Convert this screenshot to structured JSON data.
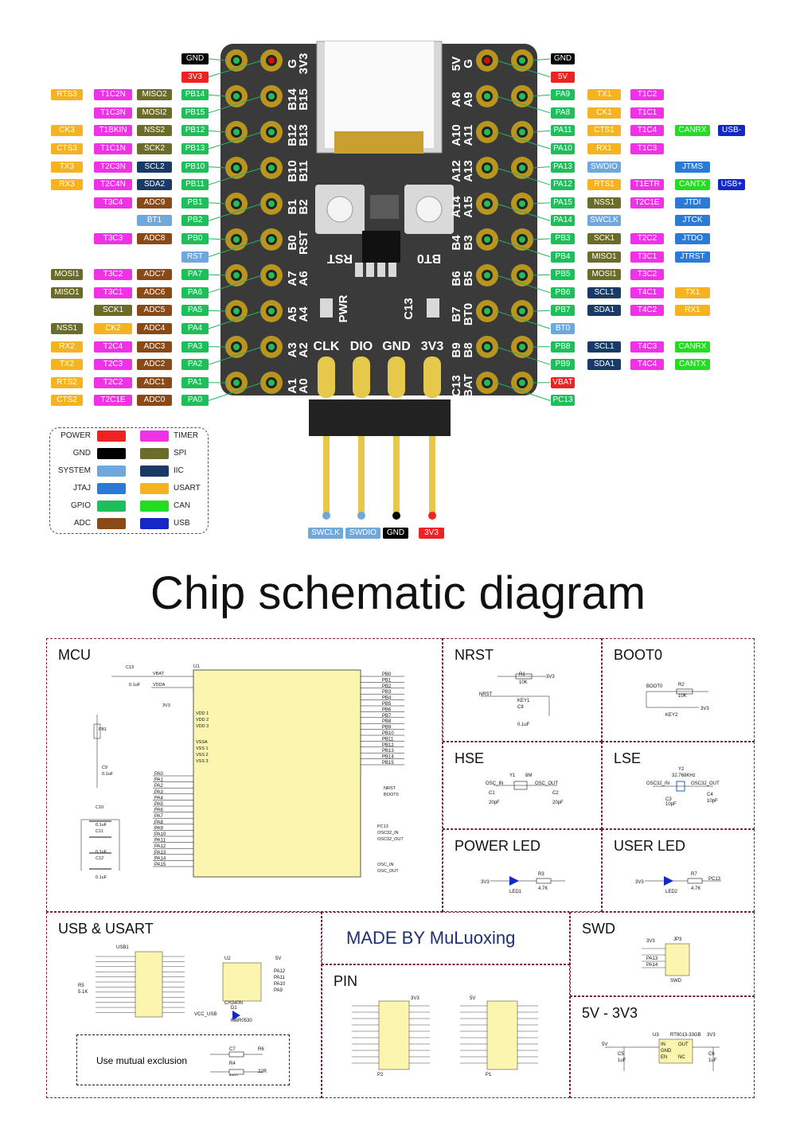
{
  "colors": {
    "power": "#ee2222",
    "gnd": "#000000",
    "system": "#6fa8dc",
    "jtag": "#2b7bd6",
    "gpio": "#1ebe5a",
    "adc": "#8a4a18",
    "timer": "#f032e6",
    "spi": "#6b6b2a",
    "iic": "#1a3a66",
    "usart": "#f5b322",
    "can": "#22dd22",
    "usb": "#1428c8",
    "board": "#3a3a3a",
    "pad": "#b8951e",
    "header": "#e6c84a",
    "panel_border": "#7a1f32"
  },
  "pinout": {
    "silk": {
      "left": [
        "G",
        "3V3",
        "B14",
        "B15",
        "B12",
        "B13",
        "B10",
        "B11",
        "B1",
        "B2",
        "B0",
        "RST",
        "A7",
        "A6",
        "A5",
        "A4",
        "A3",
        "A2",
        "A1",
        "A0"
      ],
      "right": [
        "5V",
        "G",
        "A8",
        "A9",
        "A10",
        "A11",
        "A12",
        "A13",
        "A14",
        "A15",
        "B4",
        "B3",
        "B6",
        "B5",
        "B7",
        "BT0",
        "B9",
        "B8",
        "C13",
        "BAT"
      ],
      "bottom_header": [
        "CLK",
        "DIO",
        "GND",
        "3V3"
      ],
      "buttons": [
        "RST",
        "BT0"
      ],
      "pwr": "PWR",
      "c13": "C13"
    },
    "left_rows": [
      {
        "tags": [
          [
            "GND",
            "gnd"
          ]
        ]
      },
      {
        "tags": [
          [
            "3V3",
            "power"
          ]
        ]
      },
      {
        "tags": [
          [
            "RTS3",
            "usart"
          ],
          [
            "T1C2N",
            "timer"
          ],
          [
            "MISO2",
            "spi"
          ],
          [
            "PB14",
            "gpio"
          ]
        ]
      },
      {
        "tags": [
          [
            "T1C3N",
            "timer"
          ],
          [
            "MOSI2",
            "spi"
          ],
          [
            "PB15",
            "gpio"
          ]
        ]
      },
      {
        "tags": [
          [
            "CK3",
            "usart"
          ],
          [
            "T1BKIN",
            "timer"
          ],
          [
            "NSS2",
            "spi"
          ],
          [
            "PB12",
            "gpio"
          ]
        ]
      },
      {
        "tags": [
          [
            "CTS3",
            "usart"
          ],
          [
            "T1C1N",
            "timer"
          ],
          [
            "SCK2",
            "spi"
          ],
          [
            "PB13",
            "gpio"
          ]
        ]
      },
      {
        "tags": [
          [
            "TX3",
            "usart"
          ],
          [
            "T2C3N",
            "timer"
          ],
          [
            "SCL2",
            "iic"
          ],
          [
            "PB10",
            "gpio"
          ]
        ]
      },
      {
        "tags": [
          [
            "RX3",
            "usart"
          ],
          [
            "T2C4N",
            "timer"
          ],
          [
            "SDA2",
            "iic"
          ],
          [
            "PB11",
            "gpio"
          ]
        ]
      },
      {
        "tags": [
          [
            "T3C4",
            "timer"
          ],
          [
            "ADC9",
            "adc"
          ],
          [
            "PB1",
            "gpio"
          ]
        ]
      },
      {
        "tags": [
          [
            "BT1",
            "system"
          ],
          [
            "PB2",
            "gpio"
          ]
        ]
      },
      {
        "tags": [
          [
            "T3C3",
            "timer"
          ],
          [
            "ADC8",
            "adc"
          ],
          [
            "PB0",
            "gpio"
          ]
        ]
      },
      {
        "tags": [
          [
            "RST",
            "system"
          ]
        ]
      },
      {
        "tags": [
          [
            "MOSI1",
            "spi"
          ],
          [
            "T3C2",
            "timer"
          ],
          [
            "ADC7",
            "adc"
          ],
          [
            "PA7",
            "gpio"
          ]
        ]
      },
      {
        "tags": [
          [
            "MISO1",
            "spi"
          ],
          [
            "T3C1",
            "timer"
          ],
          [
            "ADC6",
            "adc"
          ],
          [
            "PA6",
            "gpio"
          ]
        ]
      },
      {
        "tags": [
          [
            "SCK1",
            "spi"
          ],
          [
            "ADC5",
            "adc"
          ],
          [
            "PA5",
            "gpio"
          ]
        ]
      },
      {
        "tags": [
          [
            "NSS1",
            "spi"
          ],
          [
            "CK2",
            "usart"
          ],
          [
            "ADC4",
            "adc"
          ],
          [
            "PA4",
            "gpio"
          ]
        ]
      },
      {
        "tags": [
          [
            "RX2",
            "usart"
          ],
          [
            "T2C4",
            "timer"
          ],
          [
            "ADC3",
            "adc"
          ],
          [
            "PA3",
            "gpio"
          ]
        ]
      },
      {
        "tags": [
          [
            "TX2",
            "usart"
          ],
          [
            "T2C3",
            "timer"
          ],
          [
            "ADC2",
            "adc"
          ],
          [
            "PA2",
            "gpio"
          ]
        ]
      },
      {
        "tags": [
          [
            "RTS2",
            "usart"
          ],
          [
            "T2C2",
            "timer"
          ],
          [
            "ADC1",
            "adc"
          ],
          [
            "PA1",
            "gpio"
          ]
        ]
      },
      {
        "tags": [
          [
            "CTS2",
            "usart"
          ],
          [
            "T2C1E",
            "timer"
          ],
          [
            "ADC0",
            "adc"
          ],
          [
            "PA0",
            "gpio"
          ]
        ]
      }
    ],
    "right_rows": [
      {
        "tags": [
          [
            "GND",
            "gnd"
          ]
        ]
      },
      {
        "tags": [
          [
            "5V",
            "power"
          ]
        ]
      },
      {
        "tags": [
          [
            "PA9",
            "gpio"
          ],
          [
            "TX1",
            "usart"
          ],
          [
            "T1C2",
            "timer"
          ]
        ]
      },
      {
        "tags": [
          [
            "PA8",
            "gpio"
          ],
          [
            "CK1",
            "usart"
          ],
          [
            "T1C1",
            "timer"
          ]
        ]
      },
      {
        "tags": [
          [
            "PA11",
            "gpio"
          ],
          [
            "CTS1",
            "usart"
          ],
          [
            "T1C4",
            "timer"
          ],
          [
            "CANRX",
            "can"
          ],
          [
            "USB-",
            "usb"
          ]
        ]
      },
      {
        "tags": [
          [
            "PA10",
            "gpio"
          ],
          [
            "RX1",
            "usart"
          ],
          [
            "T1C3",
            "timer"
          ]
        ]
      },
      {
        "tags": [
          [
            "PA13",
            "gpio"
          ],
          [
            "SWDIO",
            "system"
          ],
          [
            "",
            "none"
          ],
          [
            "JTMS",
            "jtag"
          ]
        ]
      },
      {
        "tags": [
          [
            "PA12",
            "gpio"
          ],
          [
            "RTS1",
            "usart"
          ],
          [
            "T1ETR",
            "timer"
          ],
          [
            "CANTX",
            "can"
          ],
          [
            "USB+",
            "usb"
          ]
        ]
      },
      {
        "tags": [
          [
            "PA15",
            "gpio"
          ],
          [
            "NSS1",
            "spi"
          ],
          [
            "T2C1E",
            "timer"
          ],
          [
            "JTDI",
            "jtag"
          ]
        ]
      },
      {
        "tags": [
          [
            "PA14",
            "gpio"
          ],
          [
            "SWCLK",
            "system"
          ],
          [
            "",
            "none"
          ],
          [
            "JTCK",
            "jtag"
          ]
        ]
      },
      {
        "tags": [
          [
            "PB3",
            "gpio"
          ],
          [
            "SCK1",
            "spi"
          ],
          [
            "T2C2",
            "timer"
          ],
          [
            "JTDO",
            "jtag"
          ]
        ]
      },
      {
        "tags": [
          [
            "PB4",
            "gpio"
          ],
          [
            "MISO1",
            "spi"
          ],
          [
            "T3C1",
            "timer"
          ],
          [
            "JTRST",
            "jtag"
          ]
        ]
      },
      {
        "tags": [
          [
            "PB5",
            "gpio"
          ],
          [
            "MOSI1",
            "spi"
          ],
          [
            "T3C2",
            "timer"
          ]
        ]
      },
      {
        "tags": [
          [
            "PB6",
            "gpio"
          ],
          [
            "SCL1",
            "iic"
          ],
          [
            "T4C1",
            "timer"
          ],
          [
            "TX1",
            "usart"
          ]
        ]
      },
      {
        "tags": [
          [
            "PB7",
            "gpio"
          ],
          [
            "SDA1",
            "iic"
          ],
          [
            "T4C2",
            "timer"
          ],
          [
            "RX1",
            "usart"
          ]
        ]
      },
      {
        "tags": [
          [
            "BT0",
            "system"
          ]
        ]
      },
      {
        "tags": [
          [
            "PB8",
            "gpio"
          ],
          [
            "SCL1",
            "iic"
          ],
          [
            "T4C3",
            "timer"
          ],
          [
            "CANRX",
            "can"
          ]
        ]
      },
      {
        "tags": [
          [
            "PB9",
            "gpio"
          ],
          [
            "SDA1",
            "iic"
          ],
          [
            "T4C4",
            "timer"
          ],
          [
            "CANTX",
            "can"
          ]
        ]
      },
      {
        "tags": [
          [
            "VBAT",
            "power"
          ]
        ]
      },
      {
        "tags": [
          [
            "PC13",
            "gpio"
          ]
        ]
      }
    ],
    "bottom_tags": [
      [
        "SWCLK",
        "system"
      ],
      [
        "SWDIO",
        "system"
      ],
      [
        "GND",
        "gnd"
      ],
      [
        "3V3",
        "power"
      ]
    ]
  },
  "legend": {
    "left": [
      [
        "POWER",
        "power"
      ],
      [
        "GND",
        "gnd"
      ],
      [
        "SYSTEM",
        "system"
      ],
      [
        "JTAJ",
        "jtag"
      ],
      [
        "GPIO",
        "gpio"
      ],
      [
        "ADC",
        "adc"
      ]
    ],
    "right": [
      [
        "TIMER",
        "timer"
      ],
      [
        "SPI",
        "spi"
      ],
      [
        "IIC",
        "iic"
      ],
      [
        "USART",
        "usart"
      ],
      [
        "CAN",
        "can"
      ],
      [
        "USB",
        "usb"
      ]
    ]
  },
  "heading": "Chip schematic diagram",
  "panels": {
    "mcu": "MCU",
    "nrst": "NRST",
    "boot0": "BOOT0",
    "hse": "HSE",
    "lse": "LSE",
    "power_led": "POWER LED",
    "user_led": "USER LED",
    "usb_usart": "USB & USART",
    "made_by": "MADE BY MuLuoxing",
    "swd": "SWD",
    "pin": "PIN",
    "v5_3v3": "5V - 3V3",
    "mutex_note": "Use mutual exclusion"
  },
  "schem": {
    "mcu_right_pins": [
      "PB0",
      "PB1",
      "PB2",
      "PB3",
      "PB4",
      "PB5",
      "PB6",
      "PB7",
      "PB8",
      "PB9",
      "PB10",
      "PB11",
      "PB12",
      "PB13",
      "PB14",
      "PB15"
    ],
    "mcu_left_pins": [
      "PA0",
      "PA1",
      "PA2",
      "PA3",
      "PA4",
      "PA5",
      "PA6",
      "PA7",
      "PA8",
      "PA9",
      "PA10",
      "PA11",
      "PA12",
      "PA13",
      "PA14",
      "PA15"
    ],
    "mcu_small": [
      "C13",
      "0.1uF",
      "VBAT",
      "VDDA",
      "3V3",
      "VDD 1",
      "VDD 2",
      "VDD 3",
      "VSSA",
      "VSS 1",
      "VSS 2",
      "VSS 3",
      "FB1",
      "C9",
      "0.1uF",
      "C10",
      "0.1uF",
      "C11",
      "0.1uF",
      "C12",
      "0.1uF",
      "U1",
      "NRST",
      "BOOT0",
      "PC13",
      "OSC32_IN",
      "OSC32_OUT",
      "OSC_IN",
      "OSC_OUT"
    ],
    "nrst": [
      "R1",
      "10K",
      "3V3",
      "NRST",
      "C8",
      "0.1uF",
      "KEY1"
    ],
    "boot0": [
      "BOOT0",
      "R2",
      "10K",
      "3V3",
      "KEY2"
    ],
    "hse": [
      "OSC_IN",
      "Y1",
      "8M",
      "OSC_OUT",
      "C1",
      "20pF",
      "C2",
      "20pF"
    ],
    "lse": [
      "Y2",
      "32.768KHz",
      "OSC32_IN",
      "OSC32_OUT",
      "C3",
      "10pF",
      "C4",
      "10pF"
    ],
    "power_led": [
      "3V3",
      "LED1",
      "R3",
      "4.7K"
    ],
    "user_led": [
      "3V3",
      "LED2",
      "R7",
      "4.7K",
      "PC13"
    ],
    "swd": [
      "3V3",
      "PA13",
      "PA14",
      "JP3",
      "SWD"
    ],
    "usb": [
      "USB1",
      "R5",
      "5.1K",
      "U2",
      "CH340N",
      "D1",
      "MBR0530",
      "VCC_USB",
      "C7",
      "0.1uF",
      "R4",
      "22R",
      "R6",
      "22R",
      "PA12",
      "PA11",
      "PA10",
      "PA9",
      "5V"
    ],
    "pin": [
      "P1",
      "P2",
      "3V3",
      "5V"
    ],
    "reg": [
      "U3",
      "RT9013-33GB",
      "IN",
      "OUT",
      "GND",
      "EN",
      "NC",
      "C5",
      "1uF",
      "C6",
      "1uF",
      "5V",
      "3V3"
    ]
  }
}
